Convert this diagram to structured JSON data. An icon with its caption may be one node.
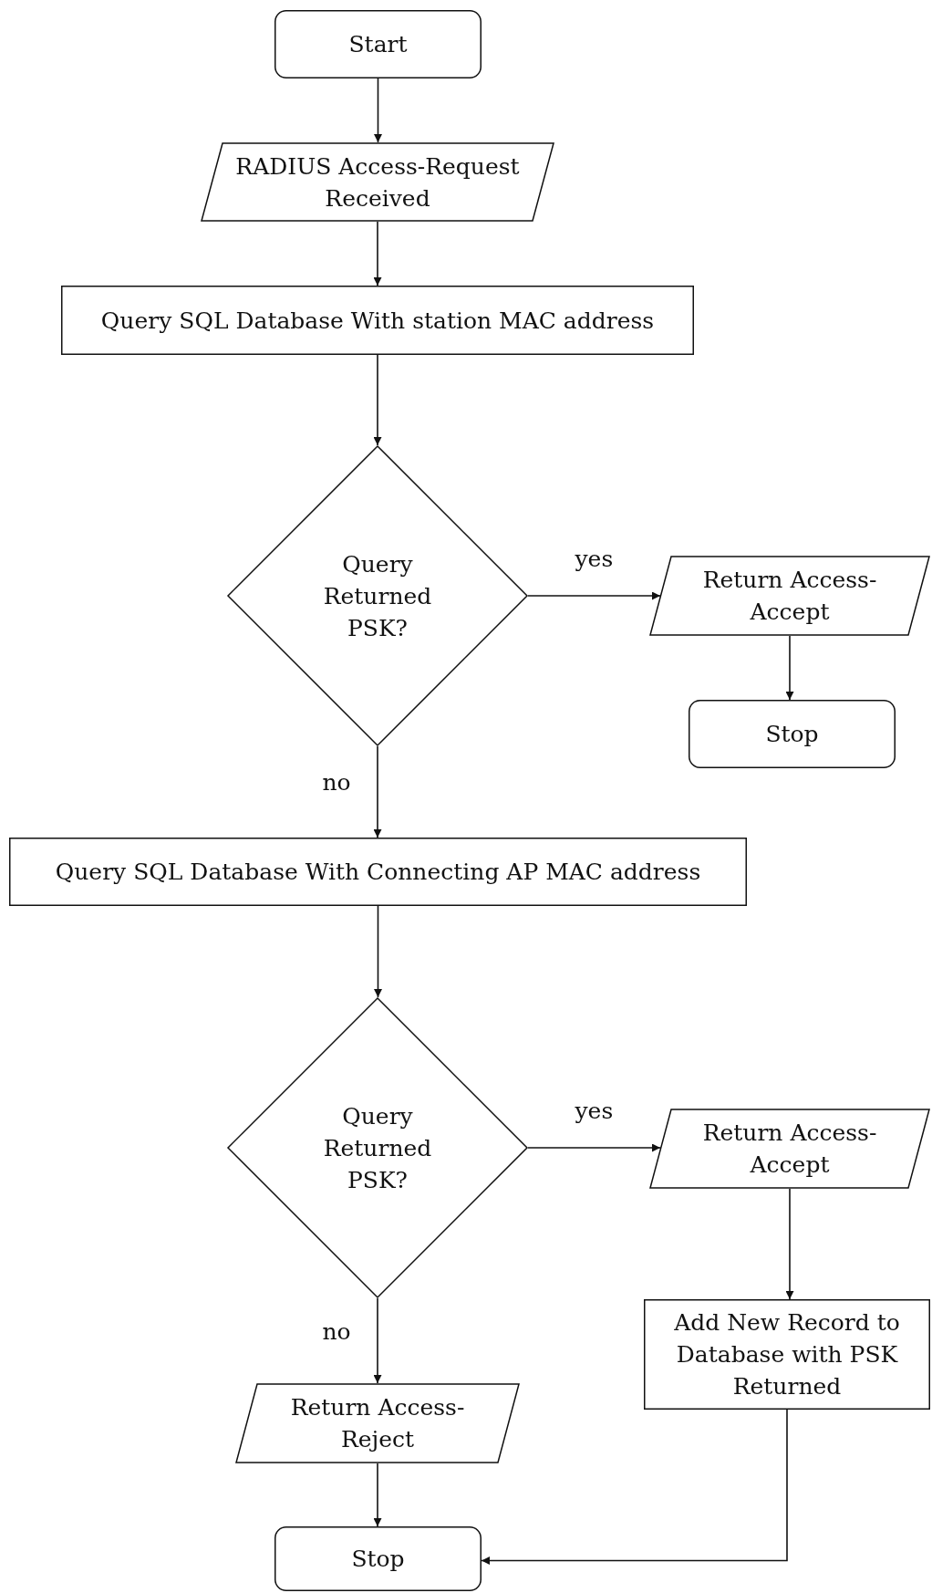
{
  "diagram": {
    "nodes": [
      {
        "text": [
          "Start"
        ]
      },
      {
        "text": [
          "RADIUS Access-Request Received"
        ]
      },
      {
        "text": [
          "Query SQL Database With station MAC address"
        ]
      },
      {
        "text": [
          "Query Returned PSK?"
        ]
      },
      {
        "text": [
          "Return Access-Accept"
        ]
      },
      {
        "text": [
          "Stop"
        ]
      },
      {
        "text": [
          "Query SQL Database With Connecting AP MAC address"
        ]
      },
      {
        "text": [
          "Query Returned PSK?"
        ]
      },
      {
        "text": [
          "Return Access-Accept"
        ]
      },
      {
        "text": [
          "Add New Record to Database with PSK Returned"
        ]
      },
      {
        "text": [
          "Return Access-Reject"
        ]
      },
      {
        "text": [
          "Stop"
        ]
      }
    ],
    "edges": [
      {
        "from": 0,
        "to": 1,
        "arrow": "to"
      },
      {
        "from": 1,
        "to": 2,
        "arrow": "to"
      },
      {
        "from": 2,
        "to": 3,
        "arrow": "to"
      },
      {
        "from": 3,
        "to": 4,
        "arrow": "to",
        "label": "yes"
      },
      {
        "from": 4,
        "to": 5,
        "arrow": "to"
      },
      {
        "from": 3,
        "to": 6,
        "arrow": "to",
        "label": "no"
      },
      {
        "from": 6,
        "to": 7,
        "arrow": "to"
      },
      {
        "from": 7,
        "to": 8,
        "arrow": "to",
        "label": "yes"
      },
      {
        "from": 8,
        "to": 9,
        "arrow": "to"
      },
      {
        "from": 7,
        "to": 10,
        "arrow": "to",
        "label": "no"
      },
      {
        "from": 10,
        "to": 11,
        "arrow": "to"
      },
      {
        "from": 9,
        "to": 11,
        "arrow": "to"
      }
    ]
  }
}
